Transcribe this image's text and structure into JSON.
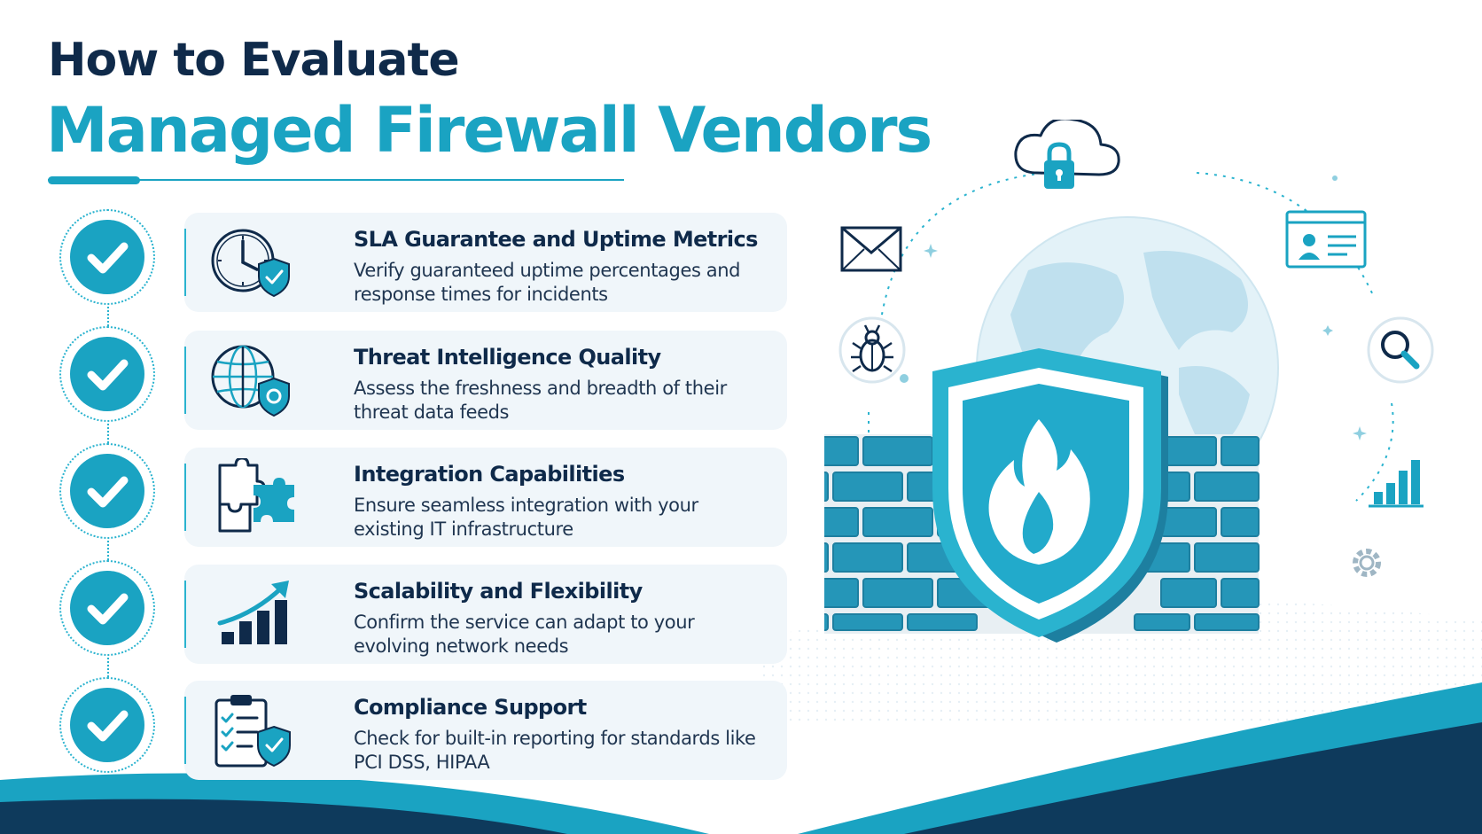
{
  "title": {
    "line1": "How to Evaluate",
    "line2": "Managed Firewall Vendors"
  },
  "criteria": [
    {
      "icon": "clock-shield-icon",
      "title": "SLA Guarantee and Uptime Metrics",
      "description": "Verify guaranteed uptime percentages and response times for incidents"
    },
    {
      "icon": "globe-shield-icon",
      "title": "Threat Intelligence Quality",
      "description": "Assess the freshness and breadth of their threat data feeds"
    },
    {
      "icon": "puzzle-icon",
      "title": "Integration Capabilities",
      "description": "Ensure seamless integration with your existing IT infrastructure"
    },
    {
      "icon": "growth-chart-icon",
      "title": "Scalability and Flexibility",
      "description": "Confirm the service can adapt to your evolving network needs"
    },
    {
      "icon": "clipboard-shield-icon",
      "title": "Compliance Support",
      "description": "Check for built-in reporting for standards like PCI DSS, HIPAA"
    }
  ],
  "illustration": {
    "icons": [
      "cloud-lock-icon",
      "envelope-icon",
      "id-card-icon",
      "bug-icon",
      "magnifier-icon",
      "bar-chart-icon",
      "gear-icon",
      "globe-icon",
      "brick-wall-icon",
      "fire-shield-icon"
    ]
  },
  "colors": {
    "navy": "#0f2a4a",
    "accent": "#1aa3c2",
    "card_bg": "#f0f6fa",
    "wall": "#2596b8"
  }
}
